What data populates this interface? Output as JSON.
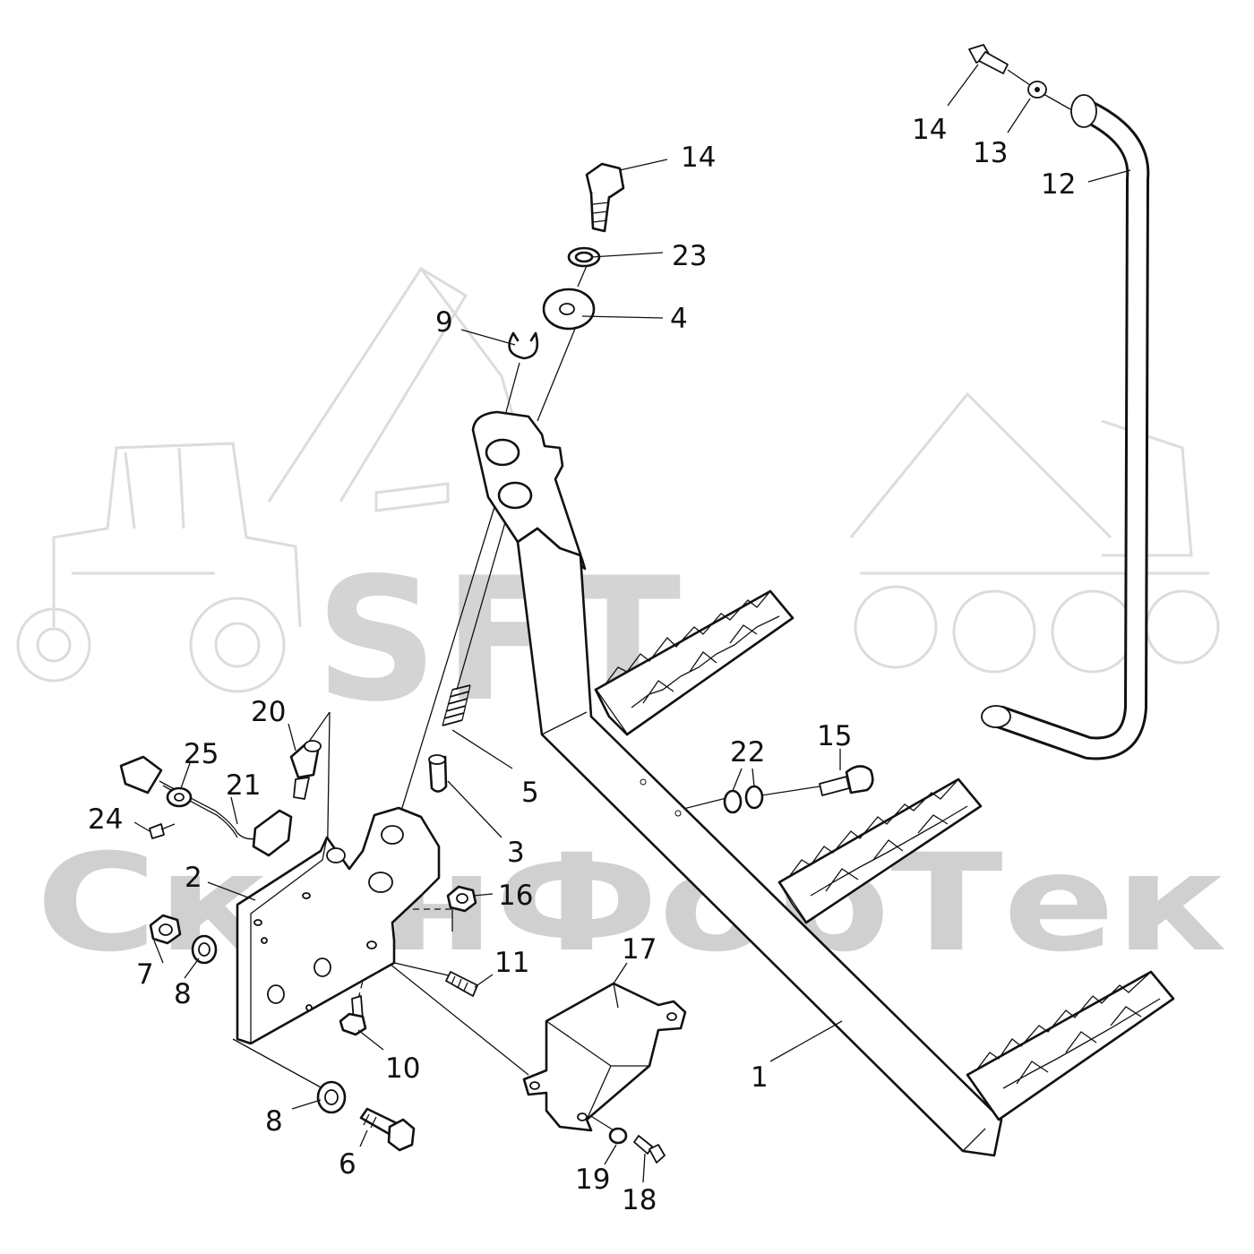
{
  "watermark": {
    "brand": "SFT",
    "company": "СканФорТек",
    "tractor_icon": "tractor-outline-icon",
    "excavator_icon": "excavator-outline-icon"
  },
  "callouts": [
    {
      "id": "c1",
      "text": "1"
    },
    {
      "id": "c2",
      "text": "2"
    },
    {
      "id": "c3",
      "text": "3"
    },
    {
      "id": "c4",
      "text": "4"
    },
    {
      "id": "c5",
      "text": "5"
    },
    {
      "id": "c6",
      "text": "6"
    },
    {
      "id": "c7",
      "text": "7"
    },
    {
      "id": "c8a",
      "text": "8"
    },
    {
      "id": "c8b",
      "text": "8"
    },
    {
      "id": "c9",
      "text": "9"
    },
    {
      "id": "c10",
      "text": "10"
    },
    {
      "id": "c11",
      "text": "11"
    },
    {
      "id": "c12",
      "text": "12"
    },
    {
      "id": "c13",
      "text": "13"
    },
    {
      "id": "c14a",
      "text": "14"
    },
    {
      "id": "c14b",
      "text": "14"
    },
    {
      "id": "c15",
      "text": "15"
    },
    {
      "id": "c16",
      "text": "16"
    },
    {
      "id": "c17",
      "text": "17"
    },
    {
      "id": "c18",
      "text": "18"
    },
    {
      "id": "c19",
      "text": "19"
    },
    {
      "id": "c20",
      "text": "20"
    },
    {
      "id": "c21",
      "text": "21"
    },
    {
      "id": "c22",
      "text": "22"
    },
    {
      "id": "c23",
      "text": "23"
    },
    {
      "id": "c24",
      "text": "24"
    },
    {
      "id": "c25",
      "text": "25"
    }
  ]
}
